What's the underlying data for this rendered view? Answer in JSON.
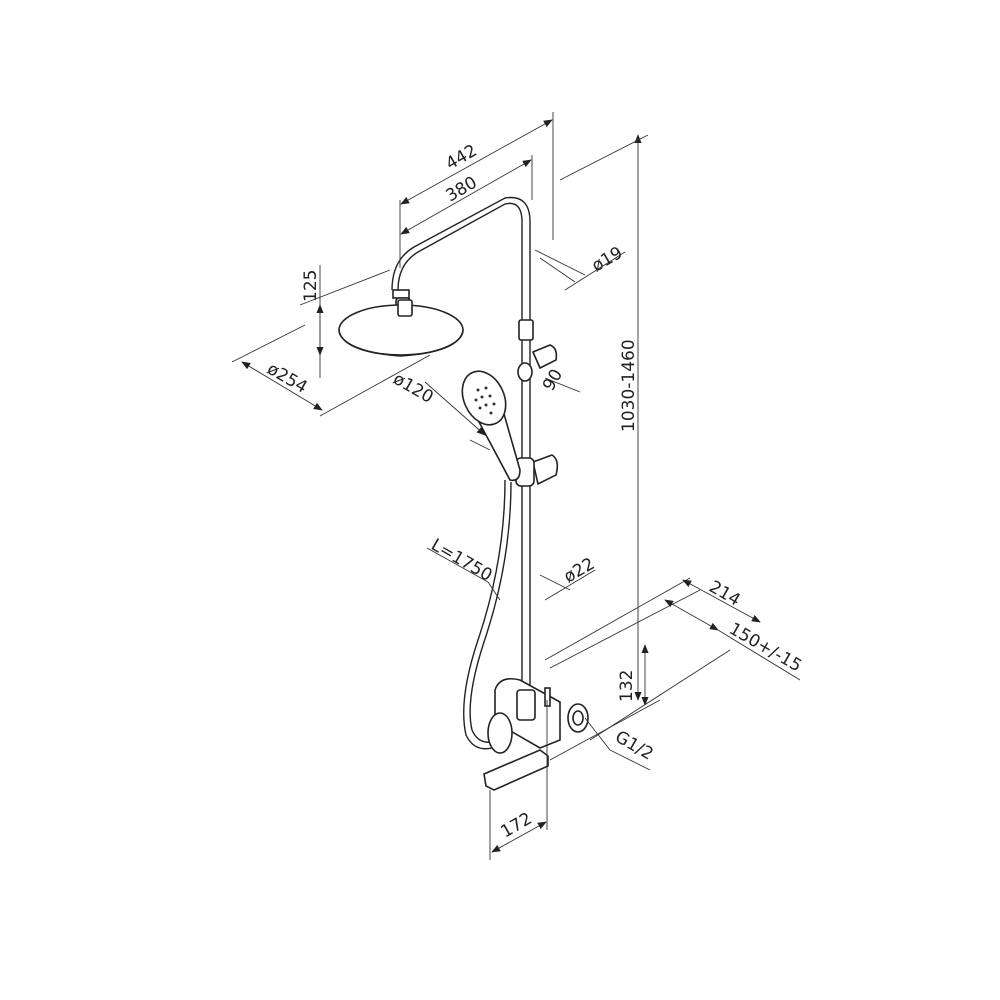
{
  "drawing": {
    "title": "Shower system dimension drawing",
    "color": "#222222",
    "dimensions": {
      "arm_outer": "442",
      "arm_inner": "380",
      "arm_diameter": "ø19",
      "head_height": "125",
      "head_diameter": "ø254",
      "hand_shower_diameter": "ø120",
      "holder_spacing": "90",
      "total_height": "1030-1460",
      "hose_length": "L=1750",
      "riser_diameter": "ø22",
      "wall_projection": "214",
      "inlet_spacing": "150+/-15",
      "mixer_height": "132",
      "thread": "G1/2",
      "spout_length": "172"
    }
  }
}
